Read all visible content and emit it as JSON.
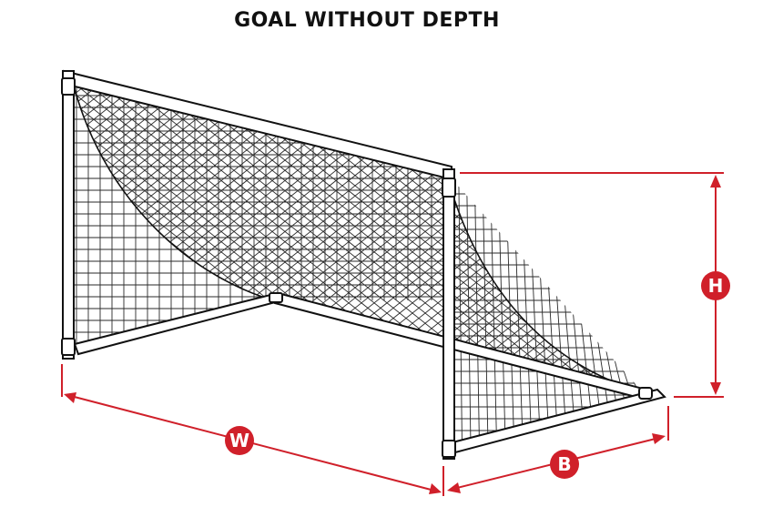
{
  "title": "GOAL WITHOUT DEPTH",
  "dimensions": {
    "height": "H",
    "width": "W",
    "base": "B"
  },
  "colors": {
    "accent": "#d0202a",
    "frame": "#111111",
    "net": "#2a2a2a",
    "background": "#ffffff"
  }
}
